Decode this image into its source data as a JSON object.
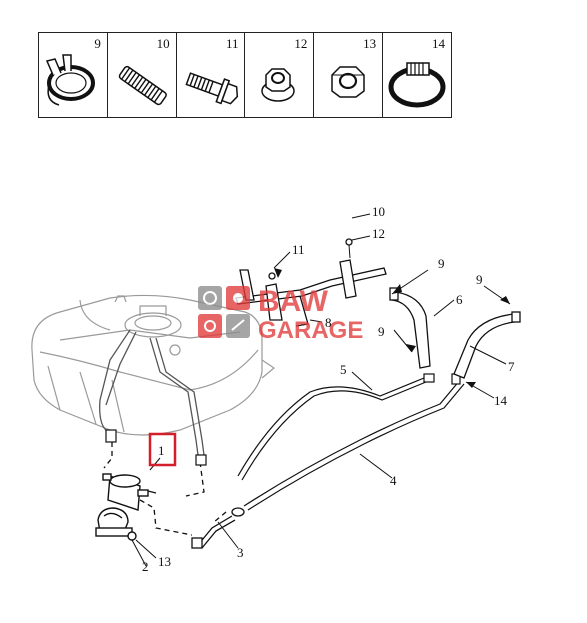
{
  "legend": {
    "cells": [
      {
        "num": "9",
        "icon": "spring-clamp-icon"
      },
      {
        "num": "10",
        "icon": "threaded-stud-icon"
      },
      {
        "num": "11",
        "icon": "flange-bolt-icon"
      },
      {
        "num": "12",
        "icon": "flange-nut-icon"
      },
      {
        "num": "13",
        "icon": "hex-nut-icon"
      },
      {
        "num": "14",
        "icon": "worm-clamp-icon"
      }
    ]
  },
  "callouts": {
    "c1": "1",
    "c2": "2",
    "c3": "3",
    "c4": "4",
    "c5": "5",
    "c6": "6",
    "c7": "7",
    "c8": "8",
    "c9a": "9",
    "c9b": "9",
    "c9c": "9",
    "c10": "10",
    "c11": "11",
    "c12": "12",
    "c13": "13",
    "c14": "14"
  },
  "watermark": {
    "line1": "BAW",
    "line2": "GARAGE"
  },
  "colors": {
    "highlight": "#d21f2b",
    "watermark": "#e23b3b",
    "line": "#1a1a1a"
  }
}
